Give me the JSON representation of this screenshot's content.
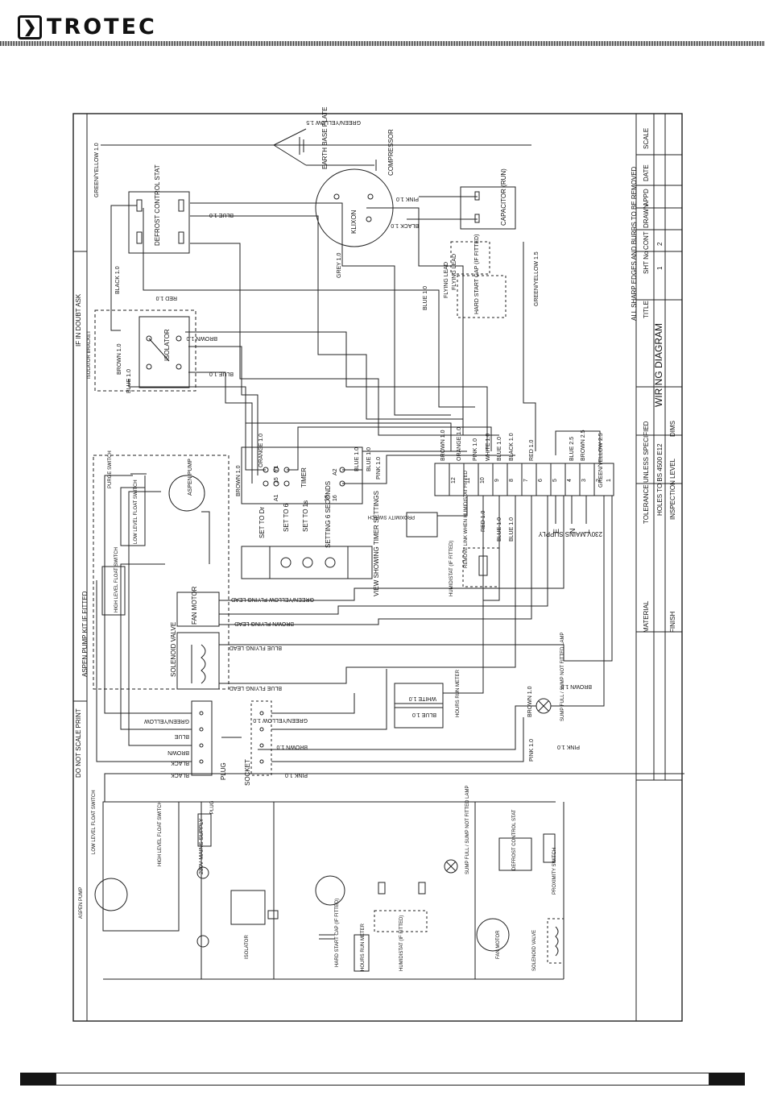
{
  "brand": {
    "name": "TROTEC",
    "mark": "❯"
  },
  "title_block": {
    "title_label": "TITLE",
    "title": "WIRING DIAGRAM",
    "material_label": "MATERIAL",
    "finish_label": "FINISH",
    "tolerance": "TOLERANCE UNLESS SPECIFIED",
    "holes": "HOLES TO BS 4500  E12",
    "inspection": "INSPECTION LEVEL",
    "dims": "DIMS",
    "sharp_edges": "ALL SHARP EDGES AND BURRS TO BE REMOVED",
    "sht_no_label": "SHT No",
    "sht_no": "1",
    "cont_label": "CONT",
    "cont": "2",
    "drawn_label": "DRAWN",
    "appd_label": "APPD",
    "date_label": "DATE",
    "scale_label": "SCALE"
  },
  "notes": {
    "if_in_doubt": "IF IN DOUBT ASK",
    "do_not_scale": "DO NOT SCALE PRINT",
    "aspen_kit": "ASPEN PUMP KIT IF FITTED",
    "isolator_bracket": "ISOLATOR BRACKET"
  },
  "components": {
    "defrost_stat": "DEFROST CONTROL STAT",
    "isolator": "ISOLATOR",
    "klixon": "KLIXON",
    "compressor": "COMPRESSOR",
    "earth": "EARTH BASE PLATE",
    "capacitor": "CAPACITOR (RUN)",
    "hard_start": "HARD START CAP (IF FITTED)",
    "flying_lead_1": "FLYING LEAD",
    "flying_lead_2": "FLYING LEAD",
    "timer": "TIMER",
    "timer_view": "VIEW SHOWING TIMER SETTINGS",
    "set_dr": "SET TO Dr",
    "set_6": "SET TO 6",
    "set_1s": "SET TO 1s",
    "setting": "SETTING 6 SECONDS",
    "proximity": "PROXIMITY SWITCH",
    "humidistat": "HUMIDISTAT (IF FITTED)",
    "remove_link": "REMOVE LINK WHEN HUMIDISTAT FITTED",
    "mains": "230V MAINS SUPPLY",
    "fan_motor": "FAN MOTOR",
    "solenoid": "SOLENOID VALVE",
    "plug": "PLUG",
    "socket": "SOCKET",
    "hours_meter": "HOURS RUN METER",
    "sump_lamp": "SUMP FULL / SUMP NOT FITTED LAMP",
    "aspen_pump": "ASPEN PUMP",
    "purge_switch": "PURGE SWITCH",
    "low_float": "LOW LEVEL FLOAT SWITCH",
    "high_float": "HIGH LEVEL FLOAT SWITCH"
  },
  "wires": {
    "gy15_top": "GREEN/YELLOW 1.5",
    "gy10": "GREEN/YELLOW 1.0",
    "black10": "BLACK 1.0",
    "blue10": "BLUE 1.0",
    "brown10": "BROWN 1.0",
    "red10": "RED 1.0",
    "pink10": "PINK 1.0",
    "grey10": "GREY 1.0",
    "brown25": "BROWN 2.5",
    "blue25": "BLUE 2.5",
    "gy15": "GREEN/YELLOW 1.5",
    "orange10": "ORANGE 1.0",
    "white10": "WHITE 1.0",
    "gy25": "GREEN/YELLOW 2.5",
    "gy_flying": "GREEN/YELLOW FLYING LEAD",
    "brown_flying": "BROWN FLYING LEAD",
    "blue_flying": "BLUE FLYING LEAD",
    "blue": "BLUE",
    "brown": "BROWN",
    "black": "BLACK",
    "green_yellow": "GREEN/YELLOW"
  },
  "terminals": [
    "12",
    "11",
    "10",
    "9",
    "8",
    "7",
    "6",
    "5",
    "4",
    "3",
    "2",
    "1"
  ],
  "mains_letters": [
    "E",
    "N",
    "L"
  ],
  "timer_terms": [
    "A1",
    "15",
    "Y1",
    "A2",
    "18",
    "16"
  ]
}
